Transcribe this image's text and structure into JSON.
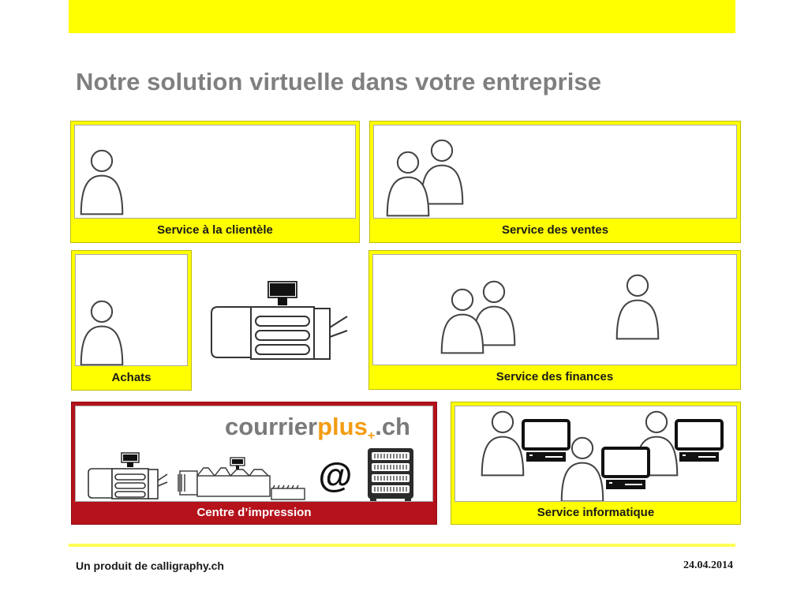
{
  "title": "Notre solution virtuelle dans votre entreprise",
  "boxes": {
    "clientele": "Service à la clientèle",
    "ventes": "Service des ventes",
    "achats": "Achats",
    "finances": "Service des finances",
    "impression": "Centre d’impression",
    "informatique": "Service informatique"
  },
  "brand": {
    "main": "courrier",
    "accent": "plus",
    "plus_sign": "+",
    "tld": ".ch"
  },
  "footer": {
    "left": "Un produit de calligraphy.ch",
    "right": "24.04.2014"
  },
  "colors": {
    "yellow": "#ffff00",
    "red": "#b5121b",
    "title_gray": "#7f7f7f",
    "brand_orange": "#f39c12"
  }
}
